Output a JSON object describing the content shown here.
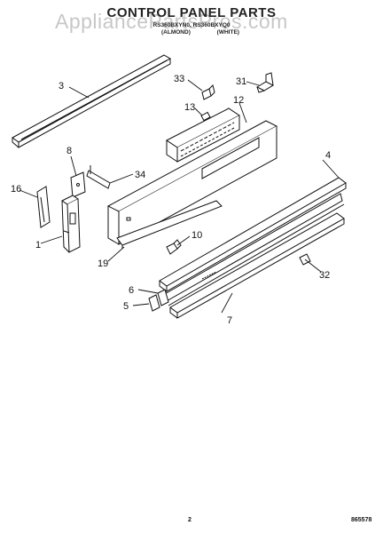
{
  "header": {
    "title": "CONTROL PANEL PARTS",
    "watermark": "AppliancePartsPros.com",
    "models": "RS360BXYN0, RS360BXYQ0",
    "variants": [
      "(ALMOND)",
      "(WHITE)"
    ]
  },
  "callouts": [
    "3",
    "33",
    "31",
    "13",
    "12",
    "8",
    "34",
    "16",
    "4",
    "1",
    "10",
    "19",
    "6",
    "32",
    "5",
    "7"
  ],
  "footer": {
    "page_number": "2",
    "part_number": "865578"
  }
}
